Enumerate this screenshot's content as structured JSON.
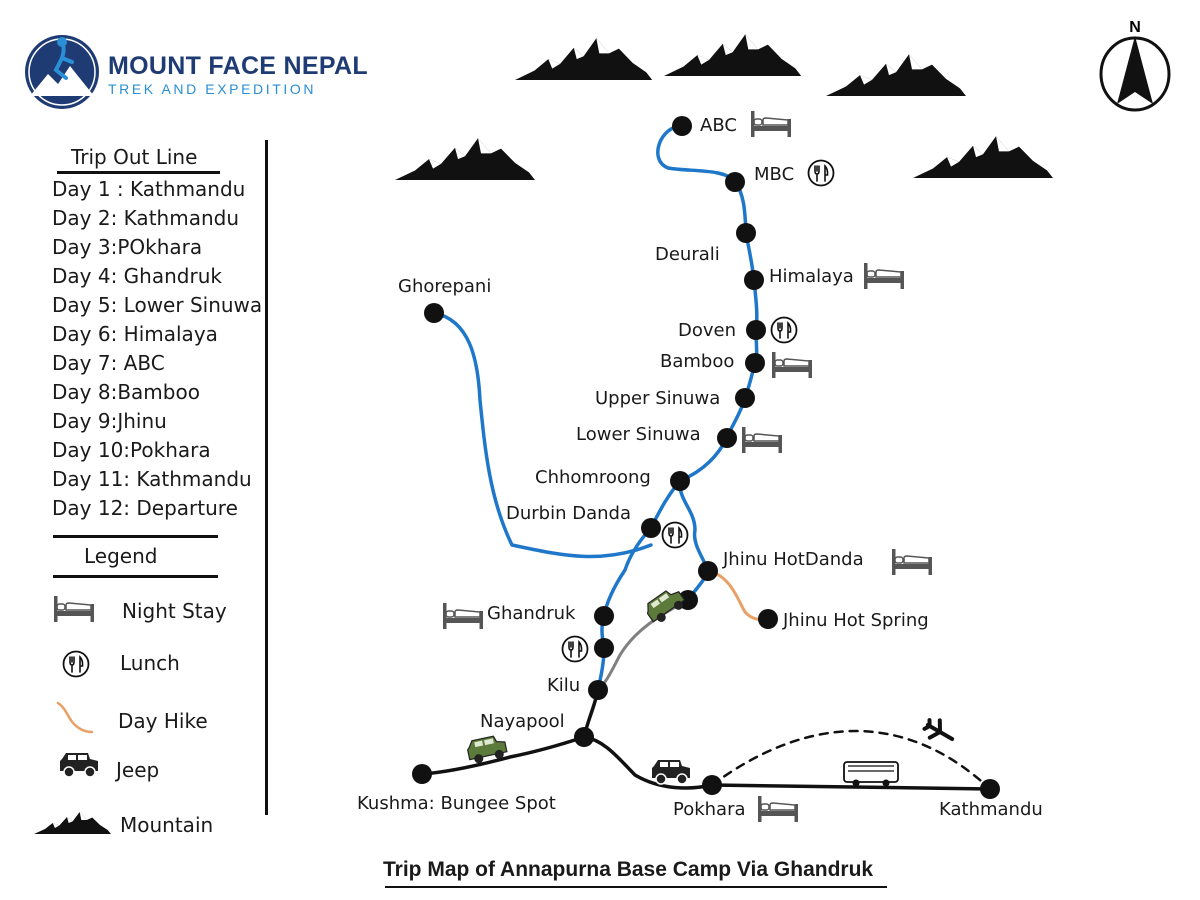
{
  "brand": {
    "name": "MOUNT FACE NEPAL",
    "tagline": "TREK AND EXPEDITION",
    "primary_color": "#1f3b73",
    "accent_color": "#2a8fd6"
  },
  "compass_label": "N",
  "itinerary": {
    "title": "Trip Out Line",
    "days": [
      "Day 1 : Kathmandu",
      "Day 2: Kathmandu",
      "Day 3:POkhara",
      "Day 4: Ghandruk",
      "Day 5: Lower Sinuwa",
      "Day 6: Himalaya",
      "Day 7: ABC",
      "Day 8:Bamboo",
      "Day 9:Jhinu",
      "Day 10:Pokhara",
      "Day 11: Kathmandu",
      "Day 12: Departure"
    ]
  },
  "legend": {
    "title": "Legend",
    "items": [
      {
        "icon": "bed-icon",
        "label": "Night Stay"
      },
      {
        "icon": "fork-knife-icon",
        "label": "Lunch"
      },
      {
        "icon": "day-hike-line-icon",
        "label": "Day Hike"
      },
      {
        "icon": "jeep-icon",
        "label": "Jeep"
      },
      {
        "icon": "mountain-icon",
        "label": "Mountain"
      }
    ]
  },
  "route_colors": {
    "trek": "#1f77c9",
    "jeep_road": "#808080",
    "day_hike": "#e8a066",
    "drive": "#111111"
  },
  "places": {
    "abc": "ABC",
    "mbc": "MBC",
    "deurali": "Deurali",
    "himalaya": "Himalaya",
    "doven": "Doven",
    "bamboo": "Bamboo",
    "upper_sinuwa": "Upper Sinuwa",
    "lower_sinuwa": "Lower Sinuwa",
    "chhomroong": "Chhomroong",
    "ghorepani": "Ghorepani",
    "durbin_danda": "Durbin Danda",
    "jhinu_hotdanda": "Jhinu HotDanda",
    "jhinu_hot_spring": "Jhinu Hot Spring",
    "ghandruk": "Ghandruk",
    "kilu": "Kilu",
    "nayapool": "Nayapool",
    "kushma": "Kushma: Bungee Spot",
    "pokhara": "Pokhara",
    "kathmandu": "Kathmandu"
  },
  "map_title": "Trip Map of Annapurna Base Camp Via Ghandruk"
}
